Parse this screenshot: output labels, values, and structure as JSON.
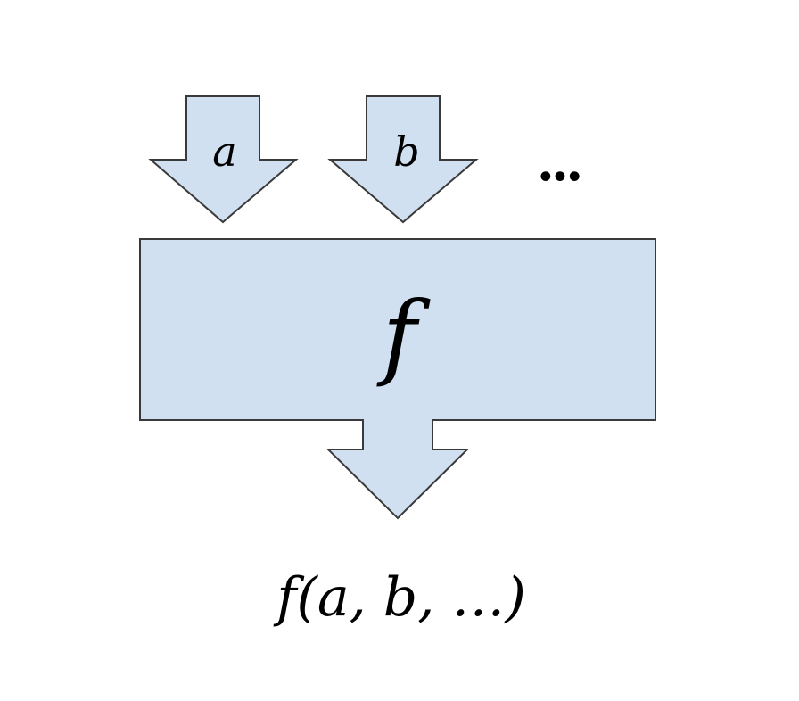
{
  "diagram": {
    "inputs": [
      {
        "label": "a"
      },
      {
        "label": "b"
      }
    ],
    "more_inputs": "...",
    "function_label": "f",
    "output_label": "f(a, b, …)",
    "colors": {
      "fill": "#d0e0f1",
      "stroke": "#3a3a3a",
      "text": "#000000"
    }
  }
}
